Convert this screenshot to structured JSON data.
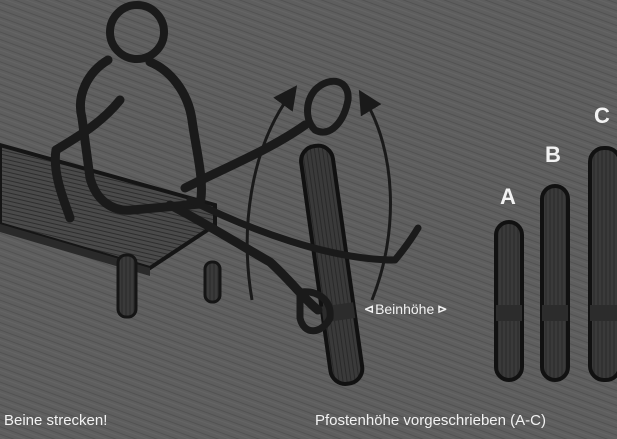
{
  "labels": {
    "post_a": "A",
    "post_b": "B",
    "post_c": "C",
    "leg_height": "Beinhöhe",
    "caption_left": "Beine strecken!",
    "caption_right": "Pfostenhöhe vorgeschrieben (A-C)"
  },
  "icons": {
    "arrow_left": "⊲",
    "arrow_right": "⊳"
  },
  "colors": {
    "background": "#5e5e5e",
    "ink": "#1a1a1a",
    "text": "#f2f2f2"
  }
}
